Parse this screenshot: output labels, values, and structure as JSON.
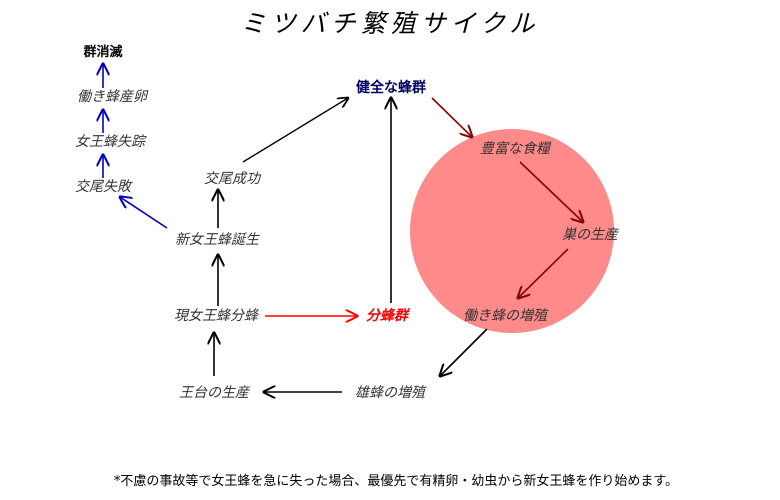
{
  "title": "ミツバチ繁殖サイクル",
  "nodes": {
    "colony_extinct": "群消滅",
    "worker_egg_laying": "働き蜂産卵",
    "queen_missing": "女王蜂失踪",
    "mating_failure": "交尾失敗",
    "mating_success": "交尾成功",
    "new_queen_born": "新女王蜂誕生",
    "current_queen_swarm": "現女王蜂分蜂",
    "swarm_colony": "分蜂群",
    "healthy_colony": "健全な蜂群",
    "abundant_food": "豊富な食糧",
    "nest_production": "巣の生産",
    "worker_increase": "働き蜂の増殖",
    "drone_increase": "雄蜂の増殖",
    "queen_cell_production": "王台の生産"
  },
  "footnote": "*不慮の事故等で女王蜂を急に失った場合、最優先で有精卵・幼虫から新女王蜂を作り始めます。",
  "colors": {
    "circle_fill": "#ff8a8a",
    "failure_arrow": "#0000cc",
    "swarm_arrow": "#ff0000",
    "cycle_arrow": "#8b0000",
    "default_arrow": "#000000",
    "healthy_text": "#000066",
    "swarm_text": "#ff0000"
  }
}
